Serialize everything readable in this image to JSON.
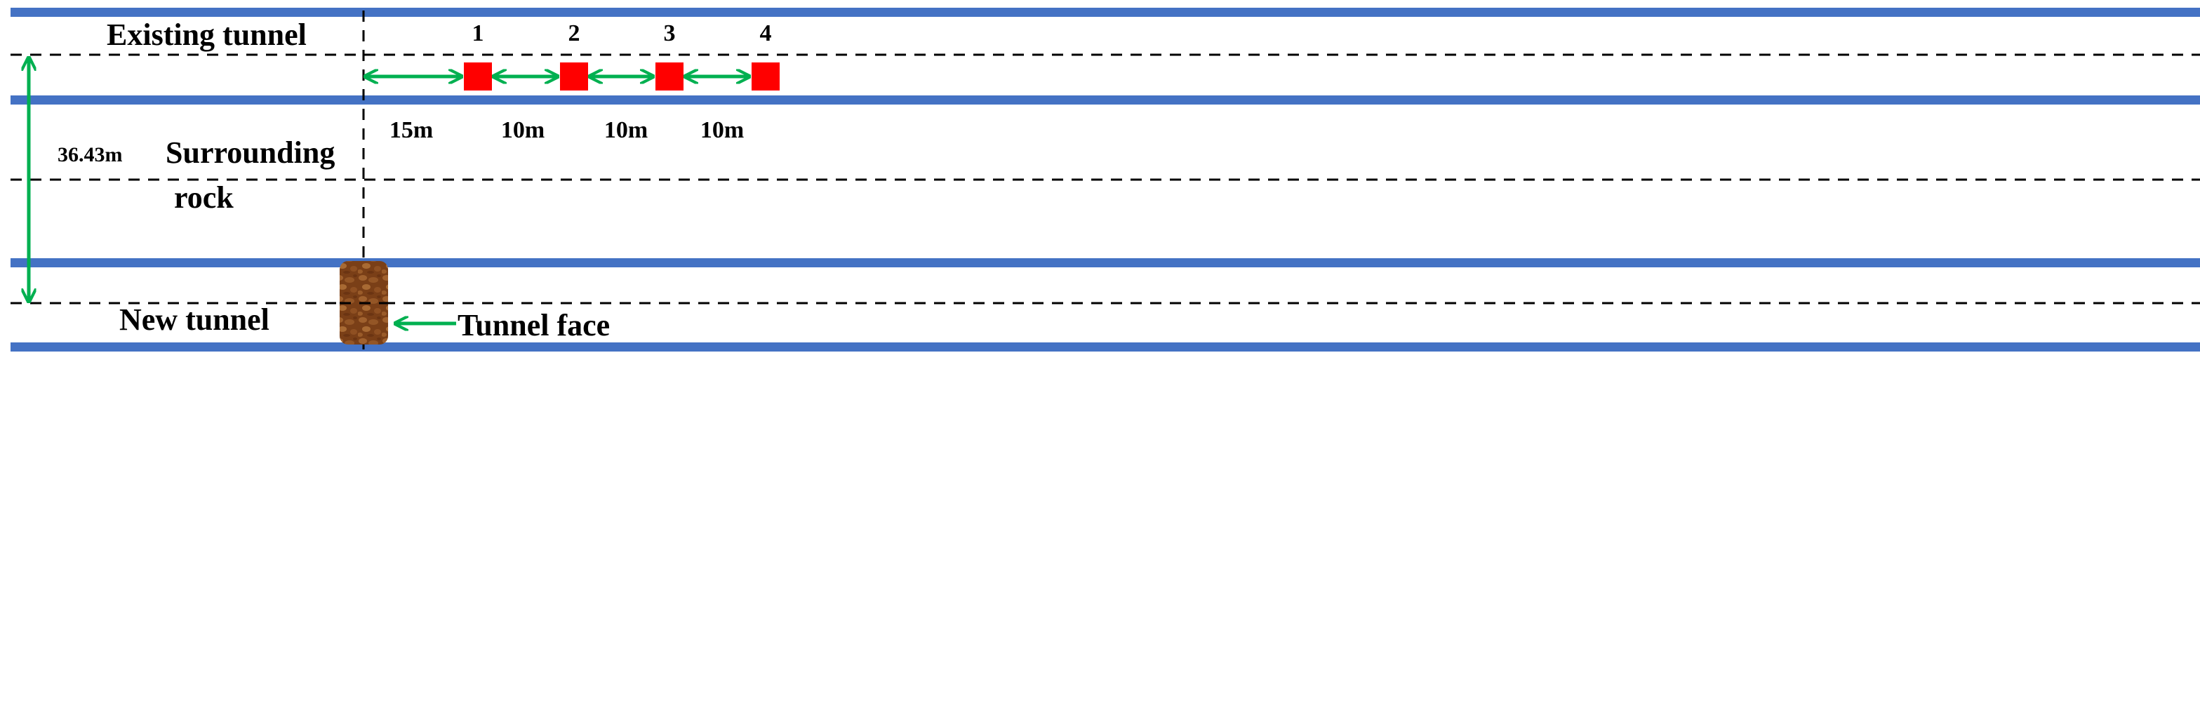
{
  "colors": {
    "tunnel_wall": "#4472C4",
    "axis_dash": "#000000",
    "dimension_arrow": "#00B050",
    "monitoring_point": "#FF0000",
    "tunnel_face_fill": "#8B4A1E",
    "text": "#000000"
  },
  "labels": {
    "existing_tunnel": "Existing tunnel",
    "surrounding_rock_line1": "Surrounding",
    "surrounding_rock_line2": "rock",
    "new_tunnel": "New tunnel",
    "tunnel_face": "Tunnel face",
    "vertical_distance": "36.43m"
  },
  "monitoring_points": [
    {
      "id": "1"
    },
    {
      "id": "2"
    },
    {
      "id": "3"
    },
    {
      "id": "4"
    }
  ],
  "spacings": [
    {
      "label": "15m",
      "value_m": 15
    },
    {
      "label": "10m",
      "value_m": 10
    },
    {
      "label": "10m",
      "value_m": 10
    },
    {
      "label": "10m",
      "value_m": 10
    }
  ],
  "icons": {
    "tunnel_face": "rock-texture-block",
    "arrows": "double-headed-arrow"
  }
}
